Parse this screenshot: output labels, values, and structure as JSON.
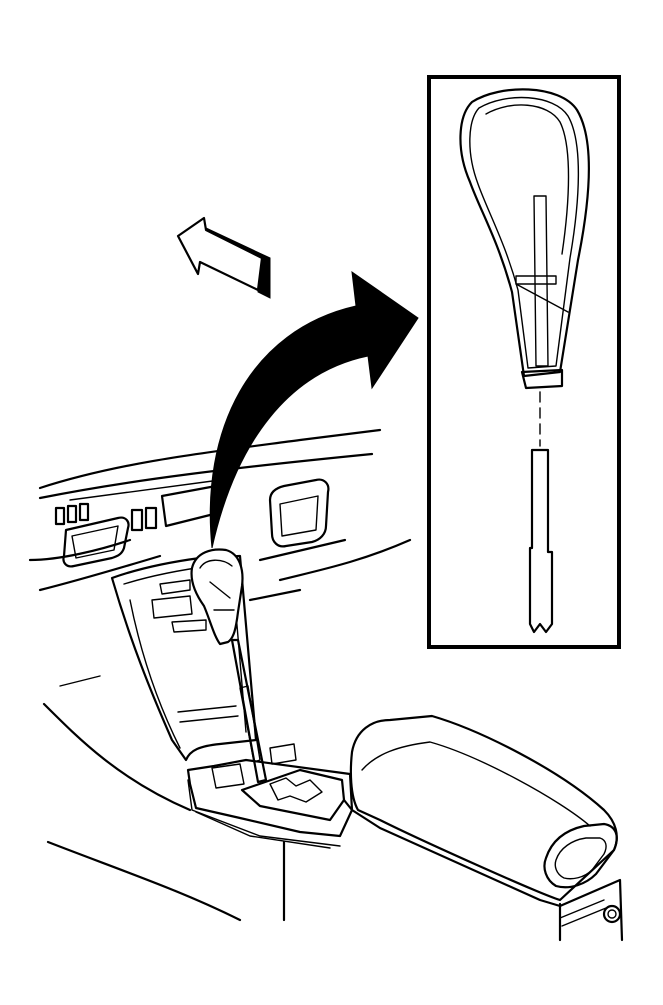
{
  "diagram": {
    "view": "shift-lever-knob-removal",
    "components": [
      {
        "id": "console",
        "icon": "center-console-drawing"
      },
      {
        "id": "shift-knob",
        "icon": "shift-knob-drawing"
      },
      {
        "id": "armrest",
        "icon": "armrest-drawing"
      },
      {
        "id": "detail-inset",
        "icon": "knob-detail-drawing"
      },
      {
        "id": "forward-arrow",
        "icon": "front-direction-arrow-icon"
      },
      {
        "id": "callout-arrow",
        "icon": "curved-callout-arrow-icon"
      }
    ],
    "colors": {
      "ink": "#000000",
      "paper": "#ffffff"
    }
  }
}
